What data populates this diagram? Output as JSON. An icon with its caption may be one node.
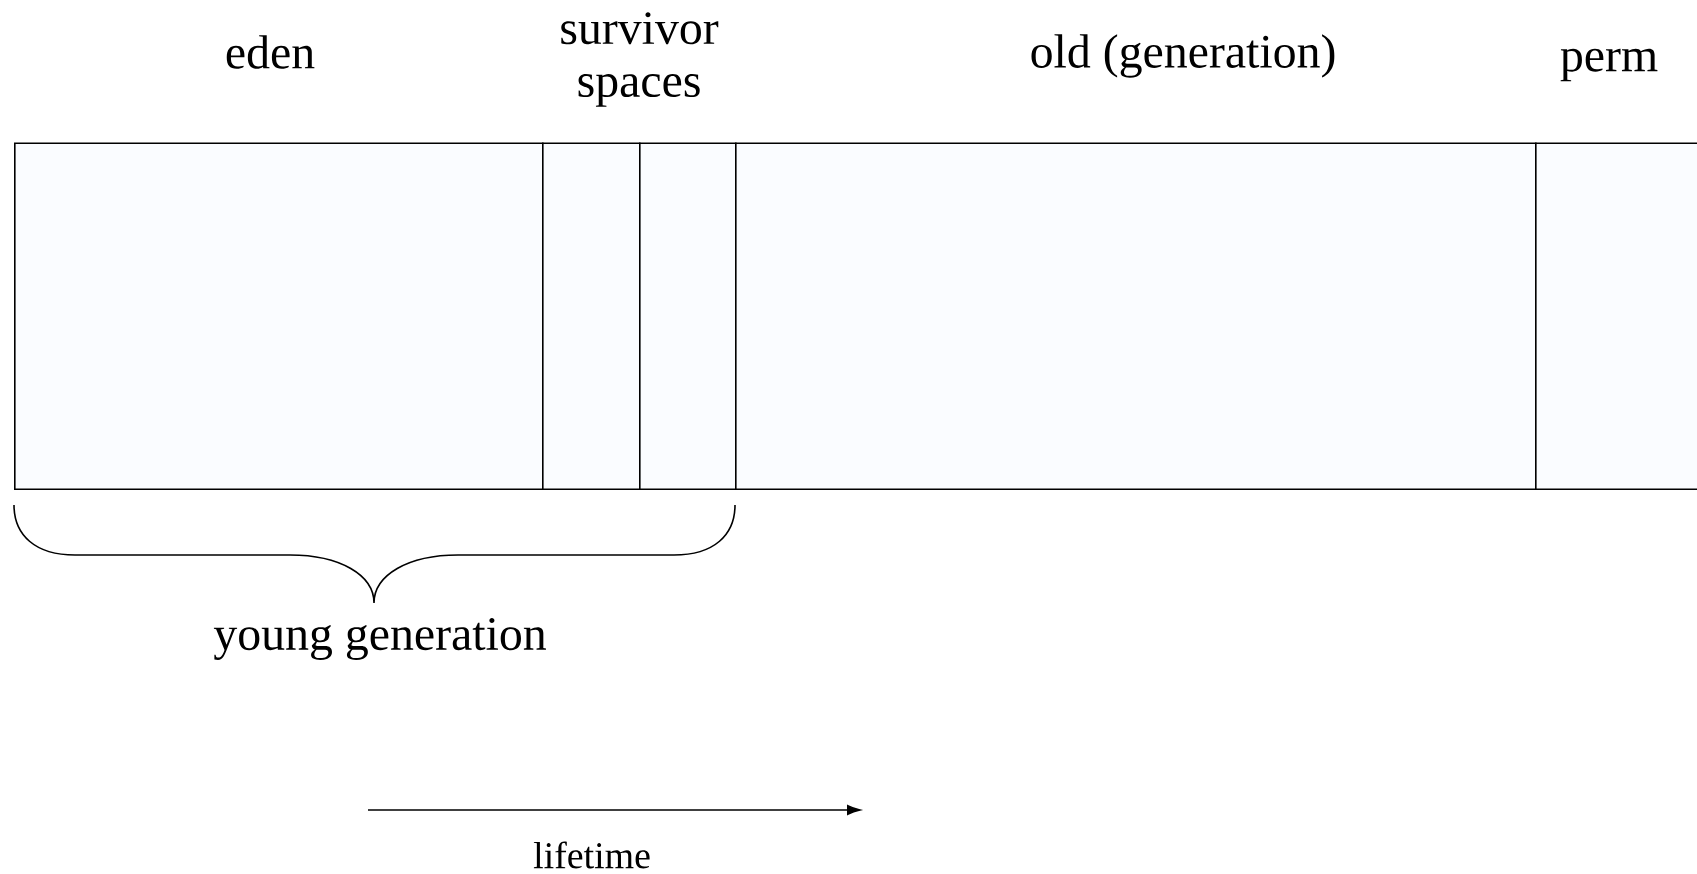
{
  "diagram": {
    "nodes": [
      {
        "text": [
          "eden"
        ]
      },
      {
        "text": [],
        "shape": "box"
      },
      {
        "text": [],
        "shape": "box"
      },
      {
        "text": [
          "old (generation)"
        ]
      },
      {
        "text": [
          "perm"
        ]
      }
    ],
    "labels": [
      "survivor spaces",
      "young generation",
      "lifetime"
    ]
  }
}
